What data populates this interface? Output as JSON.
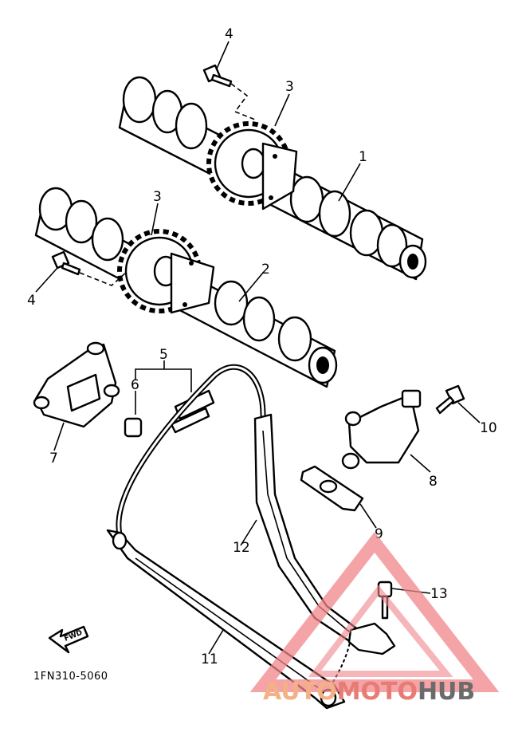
{
  "diagram": {
    "labels": [
      "4",
      "3",
      "1",
      "3",
      "4",
      "2",
      "5",
      "6",
      "7",
      "10",
      "8",
      "9",
      "12",
      "13",
      "11"
    ],
    "catalog_code": "1FN310-5060",
    "fwd_mark": "FWD"
  },
  "watermark": {
    "brand_parts": [
      "AUTO",
      "MOTO",
      "HUB"
    ],
    "colors": {
      "auto": "#f4b183",
      "moto": "#e87b73",
      "hub": "#6b6b6b",
      "triangle": "#f0868a"
    }
  }
}
